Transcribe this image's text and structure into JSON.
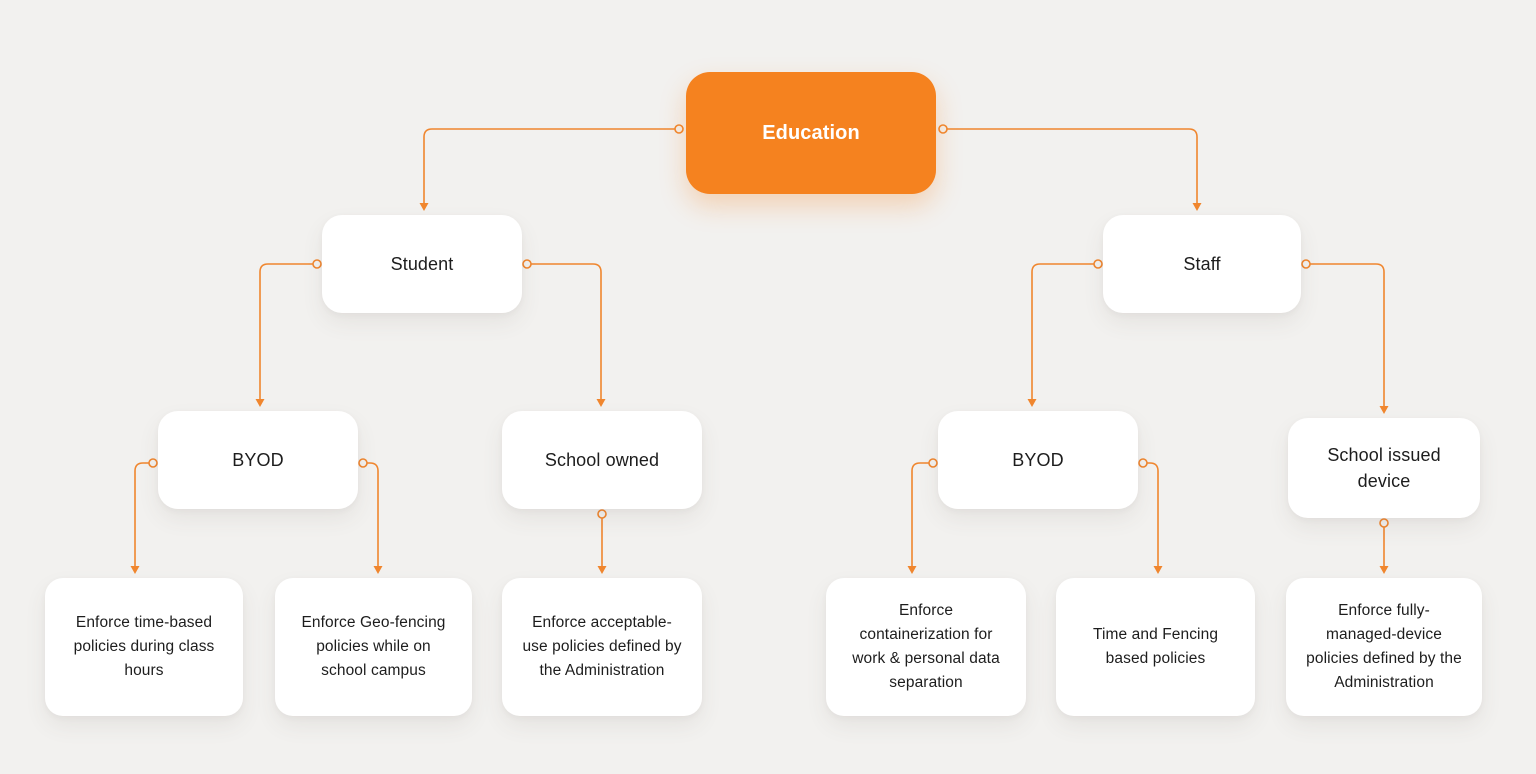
{
  "diagram": {
    "type": "flowchart",
    "colors": {
      "background": "#F2F1EF",
      "accent": "#F5821F",
      "connector": "#F0862E",
      "node_background": "#FFFFFF",
      "text": "#1D1D1D"
    },
    "nodes": [
      {
        "id": "education",
        "label": "Education",
        "parent": null
      },
      {
        "id": "student",
        "label": "Student",
        "parent": "education"
      },
      {
        "id": "staff",
        "label": "Staff",
        "parent": "education"
      },
      {
        "id": "student-byod",
        "label": "BYOD",
        "parent": "student"
      },
      {
        "id": "school-owned",
        "label": "School owned",
        "parent": "student"
      },
      {
        "id": "staff-byod",
        "label": "BYOD",
        "parent": "staff"
      },
      {
        "id": "school-issued-device",
        "label": "School issued device",
        "parent": "staff"
      },
      {
        "id": "policy-time-based",
        "label": "Enforce time-based policies during class hours",
        "parent": "student-byod"
      },
      {
        "id": "policy-geo-fencing",
        "label": "Enforce Geo-fencing policies while on school campus",
        "parent": "student-byod"
      },
      {
        "id": "policy-acceptable-use",
        "label": "Enforce acceptable-use policies defined by the Administration",
        "parent": "school-owned"
      },
      {
        "id": "policy-containerization",
        "label": "Enforce containerization for work & personal data separation",
        "parent": "staff-byod"
      },
      {
        "id": "policy-time-fencing",
        "label": "Time and Fencing based policies",
        "parent": "staff-byod"
      },
      {
        "id": "policy-fully-managed",
        "label": "Enforce fully-managed-device policies defined by the Administration",
        "parent": "school-issued-device"
      }
    ]
  }
}
